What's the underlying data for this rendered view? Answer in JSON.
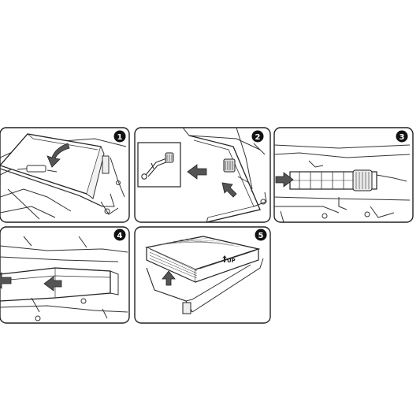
{
  "steps": [
    {
      "number": "1"
    },
    {
      "number": "2"
    },
    {
      "number": "3"
    },
    {
      "number": "4"
    },
    {
      "number": "5"
    }
  ],
  "filter_label": "UP",
  "colors": {
    "line": "#222222",
    "light_line": "#777777",
    "arrow_fill": "#555555",
    "badge": "#111111",
    "background": "#ffffff"
  }
}
